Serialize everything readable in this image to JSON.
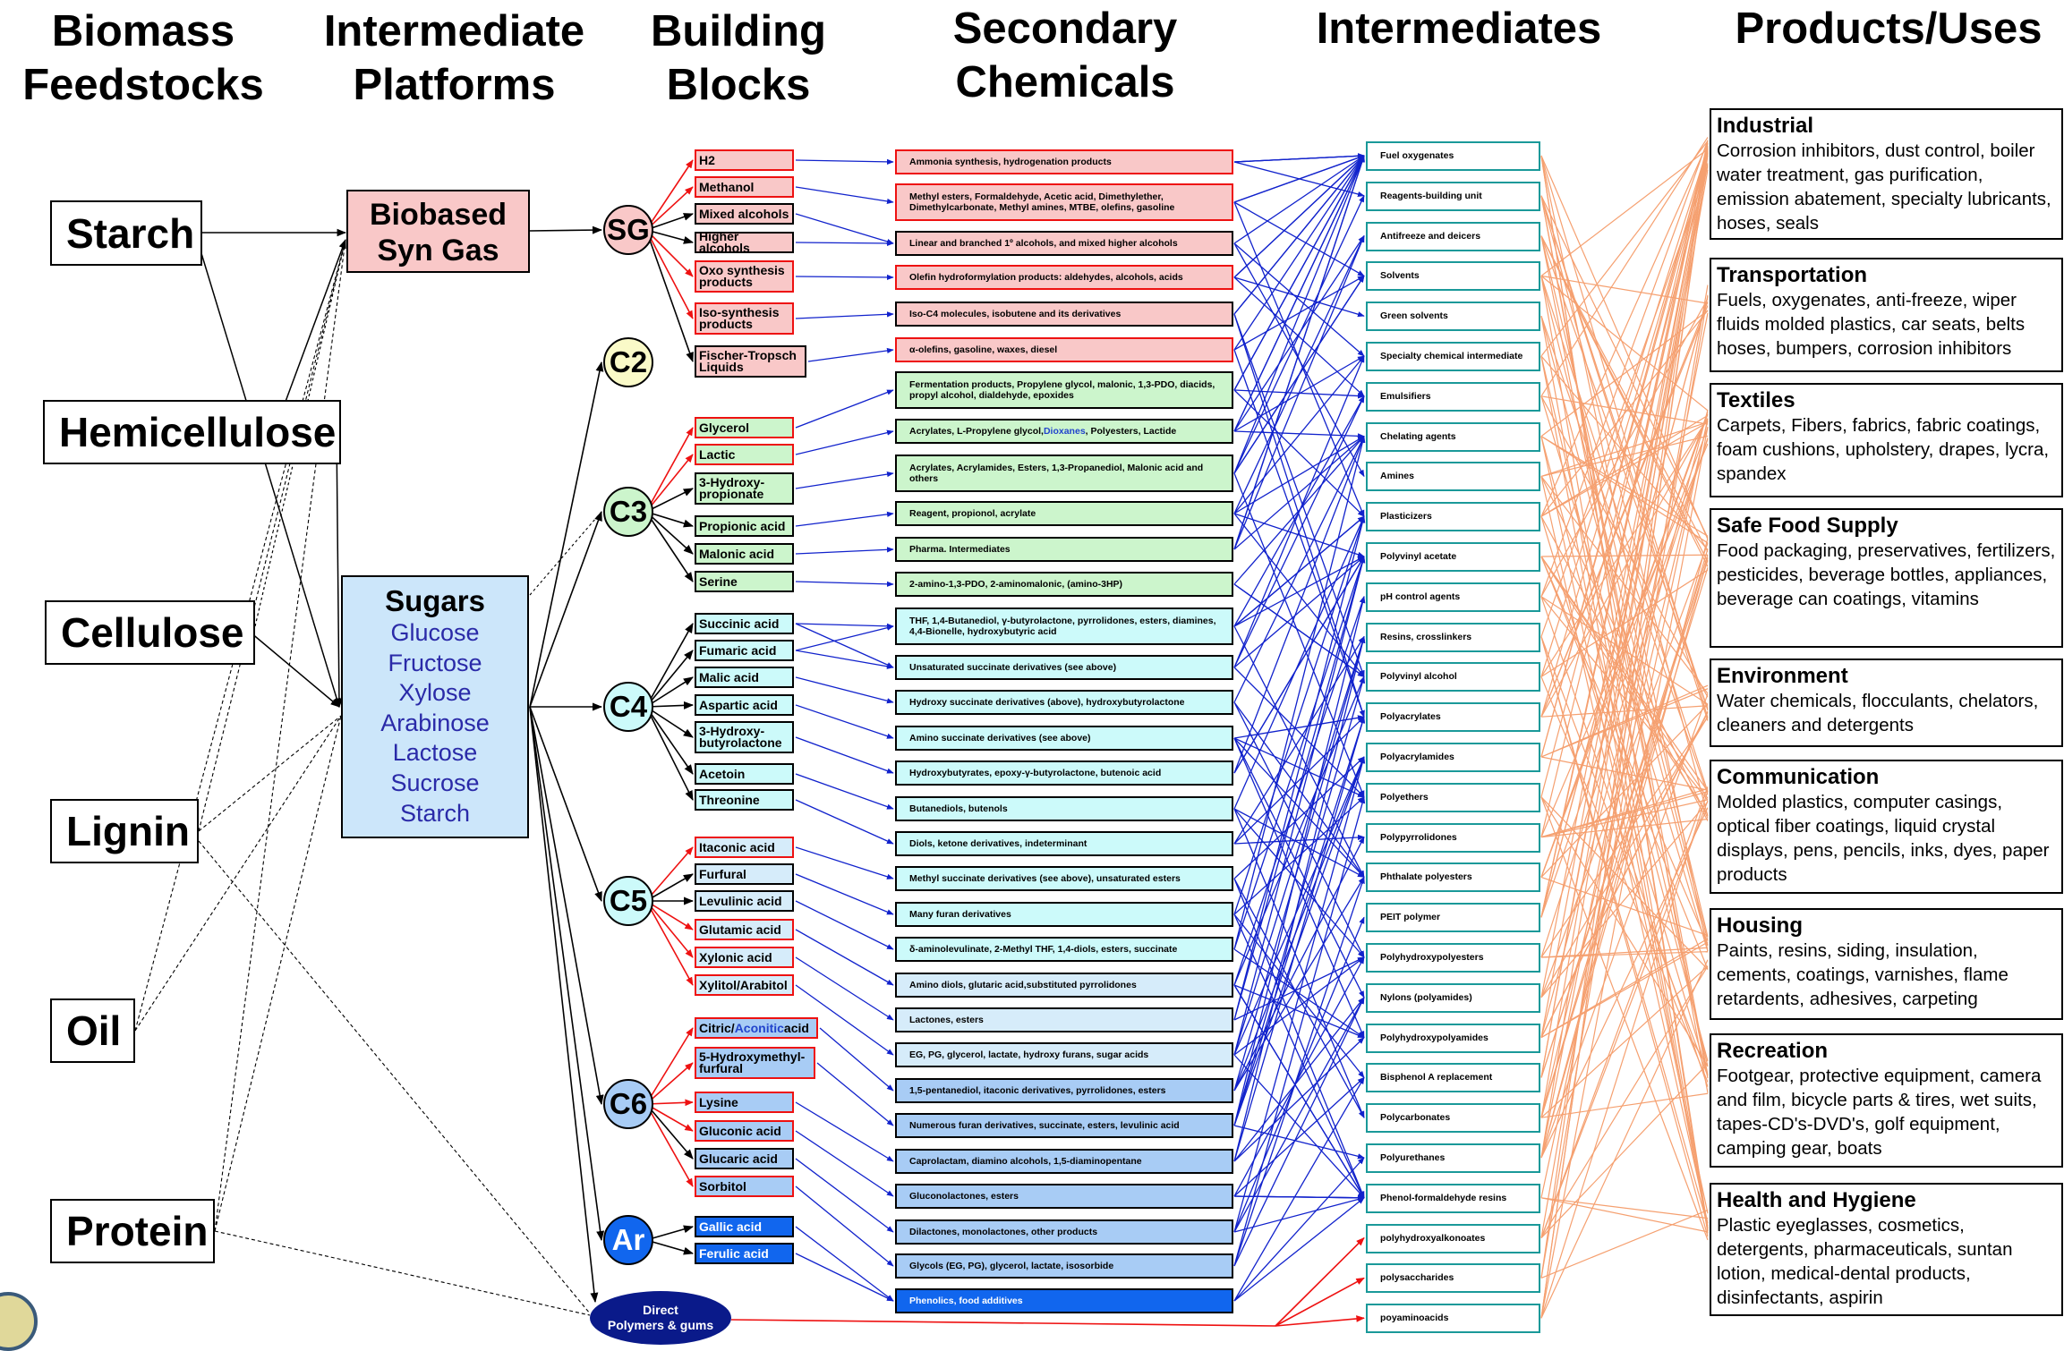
{
  "columns": [
    "Biomass\nFeedstocks",
    "Intermediate\nPlatforms",
    "Building\nBlocks",
    "Secondary\nChemicals",
    "Intermediates",
    "Products/Uses"
  ],
  "feedstocks": [
    "Starch",
    "Hemicellulose",
    "Cellulose",
    "Lignin",
    "Oil",
    "Protein"
  ],
  "platforms": {
    "syngas": {
      "line1": "Biobased",
      "line2": "Syn Gas"
    },
    "sugars": {
      "title": "Sugars",
      "items": [
        "Glucose",
        "Fructose",
        "Xylose",
        "Arabinose",
        "Lactose",
        "Sucrose",
        "Starch"
      ]
    }
  },
  "groups": [
    "SG",
    "C2",
    "C3",
    "C4",
    "C5",
    "C6",
    "Ar"
  ],
  "building_blocks": [
    {
      "label": "H2"
    },
    {
      "label": "Methanol"
    },
    {
      "label": "Mixed alcohols"
    },
    {
      "label": "Higher alcohols"
    },
    {
      "label": "Oxo synthesis products"
    },
    {
      "label": "Iso-synthesis products"
    },
    {
      "label": "Fischer-Tropsch Liquids"
    },
    {
      "label": "Glycerol"
    },
    {
      "label": "Lactic"
    },
    {
      "label": "3-Hydroxy-propionate"
    },
    {
      "label": "Propionic acid"
    },
    {
      "label": "Malonic acid"
    },
    {
      "label": "Serine"
    },
    {
      "label": "Succinic acid"
    },
    {
      "label": "Fumaric acid"
    },
    {
      "label": "Malic acid"
    },
    {
      "label": "Aspartic acid"
    },
    {
      "label": "3-Hydroxy-butyrolactone"
    },
    {
      "label": "Acetoin"
    },
    {
      "label": "Threonine"
    },
    {
      "label": "Itaconic acid"
    },
    {
      "label": "Furfural"
    },
    {
      "label": "Levulinic acid"
    },
    {
      "label": "Glutamic acid"
    },
    {
      "label": "Xylonic acid"
    },
    {
      "label": "Xylitol/Arabitol"
    },
    {
      "label": "Citric/",
      "label_blue": "Aconitic",
      "label_end": " acid"
    },
    {
      "label": "5-Hydroxymethyl-furfural"
    },
    {
      "label": "Lysine"
    },
    {
      "label": "Gluconic acid"
    },
    {
      "label": "Glucaric acid"
    },
    {
      "label": "Sorbitol"
    },
    {
      "label": "Gallic acid"
    },
    {
      "label": "Ferulic acid"
    }
  ],
  "direct": {
    "line1": "Direct",
    "line2": "Polymers & gums"
  },
  "secondary_chemicals": [
    {
      "label": "Ammonia synthesis, hydrogenation products"
    },
    {
      "label": "Methyl esters, Formaldehyde, Acetic acid, Dimethylether, Dimethylcarbonate, Methyl amines, MTBE, olefins, gasoline"
    },
    {
      "label": "Linear and branched 1º alcohols, and mixed higher alcohols"
    },
    {
      "label": "Olefin hydroformylation products: aldehydes, alcohols, acids"
    },
    {
      "label": "Iso-C4 molecules, isobutene and its derivatives"
    },
    {
      "label": "α-olefins, gasoline, waxes, diesel"
    },
    {
      "label": "Fermentation products, Propylene glycol, malonic, 1,3-PDO, diacids, propyl alcohol, dialdehyde, epoxides"
    },
    {
      "label": "Acrylates, L-Propylene glycol, ",
      "label_blue": "Dioxanes",
      "label_end": ", Polyesters, Lactide"
    },
    {
      "label": "Acrylates, Acrylamides, Esters, 1,3-Propanediol, Malonic acid and others"
    },
    {
      "label": "Reagent, propionol, acrylate"
    },
    {
      "label": "Pharma. Intermediates"
    },
    {
      "label": "2-amino-1,3-PDO, 2-aminomalonic, (amino-3HP)"
    },
    {
      "label": "THF, 1,4-Butanediol, γ-butyrolactone, pyrrolidones, esters, diamines, 4,4-Bionelle, hydroxybutyric acid"
    },
    {
      "label": "Unsaturated succinate derivatives (see above)"
    },
    {
      "label": "Hydroxy succinate derivatives (above), hydroxybutyrolactone"
    },
    {
      "label": "Amino succinate derivatives (see above)"
    },
    {
      "label": "Hydroxybutyrates, epoxy-γ-butyrolactone, butenoic acid"
    },
    {
      "label": "Butanediols, butenols"
    },
    {
      "label": "Diols, ketone derivatives, indeterminant"
    },
    {
      "label": "Methyl succinate derivatives (see above), unsaturated esters"
    },
    {
      "label": "Many furan derivatives"
    },
    {
      "label": "δ-aminolevulinate, 2-Methyl THF, 1,4-diols, esters, succinate"
    },
    {
      "label": "Amino diols, glutaric acid,substituted pyrrolidones"
    },
    {
      "label": "Lactones, esters"
    },
    {
      "label": "EG, PG, glycerol, lactate, hydroxy furans, sugar acids"
    },
    {
      "label": "1,5-pentanediol, itaconic derivatives, pyrrolidones, esters"
    },
    {
      "label": "Numerous furan derivatives, succinate, esters, levulinic acid"
    },
    {
      "label": "Caprolactam, diamino alcohols, 1,5-diaminopentane"
    },
    {
      "label": "Gluconolactones, esters"
    },
    {
      "label": "Dilactones, monolactones, other products"
    },
    {
      "label": "Glycols (EG, PG), glycerol, lactate, isosorbide"
    },
    {
      "label": "Phenolics, food additives"
    }
  ],
  "intermediates": [
    "Fuel oxygenates",
    "Reagents-building unit",
    "Antifreeze and deicers",
    "Solvents",
    "Green solvents",
    "Specialty chemical intermediate",
    "Emulsifiers",
    "Chelating agents",
    "Amines",
    "Plasticizers",
    "Polyvinyl acetate",
    "pH control agents",
    "Resins, crosslinkers",
    "Polyvinyl alcohol",
    "Polyacrylates",
    "Polyacrylamides",
    "Polyethers",
    "Polypyrrolidones",
    "Phthalate polyesters",
    "PEIT polymer",
    "Polyhydroxypolyesters",
    "Nylons (polyamides)",
    "Polyhydroxypolyamides",
    "Bisphenol A replacement",
    "Polycarbonates",
    "Polyurethanes",
    "Phenol-formaldehyde resins",
    "polyhydroxyalkonoates",
    "polysaccharides",
    "poyaminoacids"
  ],
  "products": [
    {
      "title": "Industrial",
      "desc": "Corrosion inhibitors, dust control, boiler water treatment, gas purification, emission abatement, specialty lubricants, hoses, seals"
    },
    {
      "title": "Transportation",
      "desc": "Fuels, oxygenates, anti-freeze, wiper fluids molded plastics, car seats, belts hoses, bumpers, corrosion inhibitors"
    },
    {
      "title": "Textiles",
      "desc": "Carpets, Fibers, fabrics, fabric coatings, foam cushions, upholstery, drapes, lycra, spandex"
    },
    {
      "title": "Safe Food Supply",
      "desc": "Food packaging, preservatives, fertilizers, pesticides, beverage bottles, appliances, beverage can coatings, vitamins"
    },
    {
      "title": "Environment",
      "desc": "Water chemicals, flocculants, chelators, cleaners and detergents"
    },
    {
      "title": "Communication",
      "desc": "Molded plastics, computer casings, optical fiber coatings, liquid crystal displays, pens, pencils, inks, dyes, paper products"
    },
    {
      "title": "Housing",
      "desc": "Paints, resins, siding, insulation, cements, coatings, varnishes, flame retardents, adhesives, carpeting"
    },
    {
      "title": "Recreation",
      "desc": "Footgear, protective equipment, camera and film, bicycle parts & tires, wet suits, tapes-CD's-DVD's, golf equipment, camping gear, boats"
    },
    {
      "title": "Health and Hygiene",
      "desc": "Plastic eyeglasses, cosmetics, detergents, pharmaceuticals, suntan lotion, medical-dental products, disinfectants, aspirin"
    }
  ],
  "colors": {
    "syngas": "#f9c8c8",
    "sugars": "#cce6fa",
    "c3": "#ccf5cc",
    "c4": "#ccfafa",
    "c5": "#d6ecfa",
    "c6": "#a8ccf5",
    "ar": "#1166ee",
    "red_arrow": "#ee1111",
    "blue_arrow": "#1122cc",
    "orange_link": "#f5a070",
    "teal_border": "#1a9999",
    "sugar_text": "#2a2aa8"
  }
}
